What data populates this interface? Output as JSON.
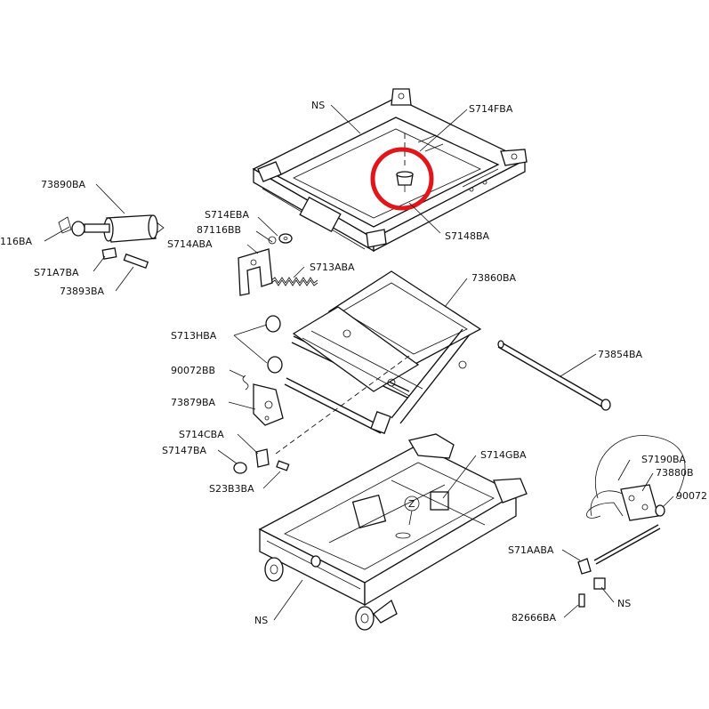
{
  "labels": {
    "ns_top": "NS",
    "s714fba": "S714FBA",
    "s7148ba": "S7148BA",
    "p73890ba": "73890BA",
    "p116ba": "116BA",
    "s714eba": "S714EBA",
    "p87116bb": "87116BB",
    "s714aba": "S714ABA",
    "s713aba": "S713ABA",
    "s71a7ba": "S71A7BA",
    "p73893ba": "73893BA",
    "p73860ba": "73860BA",
    "s713hba": "S713HBA",
    "p73854ba": "73854BA",
    "p90072bb": "90072BB",
    "p73879ba": "73879BA",
    "s714cba": "S714CBA",
    "s7147ba": "S7147BA",
    "s23b3ba": "S23B3BA",
    "s714gba": "S714GBA",
    "s7190ba": "S7190BA",
    "p73880b": "73880B",
    "p90072": "90072",
    "s71aaba": "S71AABA",
    "ns_small": "NS",
    "p82666ba": "82666BA",
    "ns_bottom": "NS",
    "view_z": "Z"
  },
  "colors": {
    "line": "#111111",
    "highlight_circle": "#e0161b",
    "background": "#ffffff"
  }
}
